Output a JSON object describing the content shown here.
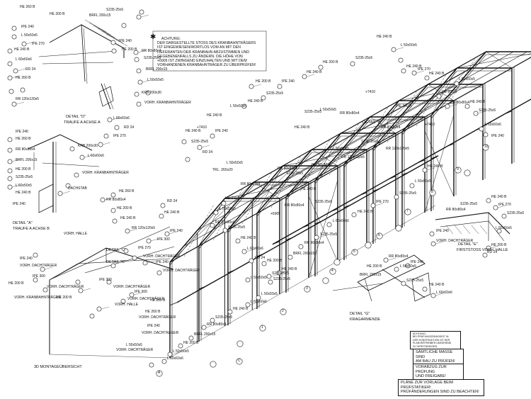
{
  "note": {
    "title": "ACHTUNG:",
    "lines": [
      "DER DARGESTELLTE STOSS DES KRANBAHNTRÄGERS",
      "IST EINGEWIESEN/WORTLOS VOM AN MIT DEN",
      "LIEFERANTEN DER KRANBAHN ABZUSTIMMEN UND",
      "GEGEBENENFALLS ZU ÄNDERN. DIE HÖHE VON",
      "+6905 IST ZWINGEND EINZUHALTEN UND MIT DEM",
      "VORHANDENEN KRANBAHNTRÄGER ZU ÜBERPRÜFEN!"
    ]
  },
  "details": {
    "d": {
      "title": "DETAIL \"D\"",
      "sub": "TRAUFE A ACHSE A"
    },
    "a": {
      "title": "DETAIL \"A\"",
      "sub": "TRAUFE A ACHSE B"
    },
    "c1": {
      "title": "DETAIL \"C\""
    },
    "c2": {
      "title": "DETAIL \"C\""
    },
    "b": {
      "title": "DETAIL \"B\""
    },
    "e": {
      "title": "DETAIL \"E\"",
      "sub": "FIRSTSTOSS VORH. HALLE"
    },
    "g": {
      "title": "DETAIL \"G\"",
      "sub": "KRAGARMENDE"
    }
  },
  "view_title": "3D MONTAGEÜBERSICHT",
  "title_block": {
    "warn": [
      "ACHTUNG:",
      "BEI PRÜFUNGSFÄHIGKEIT IN",
      "DER KONSTRUKTION IST DER",
      "PLANVERTREIBER UMGEHEND",
      "ZU VERSTÄNDIGEN."
    ],
    "box1": [
      "SÄMTLICHE MASSE SIND",
      "AM BAU ZU PRÜFEN!"
    ],
    "box2": [
      "VORABZUG ZUR PRÜFUNG",
      "UND FREIGABE!"
    ],
    "box3": [
      "PLÄNE ZUR VORLAGE BEIM PRÜFSTATIKER!",
      "PRÜFÄNDERUNGEN SIND ZU BEACHTEN!"
    ]
  },
  "members": {
    "he260": "HE 260 B",
    "he200": "HE 200 B",
    "he240": "HE 240 B",
    "ipe300": "IPE 300",
    "ipe270": "IPE 270",
    "ipe240": "IPE 240",
    "s235": "S235-25x5",
    "l50": "L 50x50x5",
    "l60": "L 60x60x6",
    "rr": "RR 120x120x5",
    "rr80": "RR 80x80x4",
    "br": "BRFL 200x15",
    "rd": "RD 24",
    "krb": "KRB 200x30",
    "dachstab": "DACHSTAB",
    "vorh": "VORH. DACHTRÄGER",
    "vorh2": "VORH. KRANBAHNTRÄGER",
    "vorh3": "VORH. HALLE",
    "plus": "+6905",
    "plus2": "+7410",
    "trgl": "TRL. 260x20"
  },
  "axis_labels": [
    "1",
    "2",
    "3",
    "4",
    "5",
    "6",
    "7",
    "8",
    "9",
    "10",
    "A",
    "B",
    "C"
  ]
}
